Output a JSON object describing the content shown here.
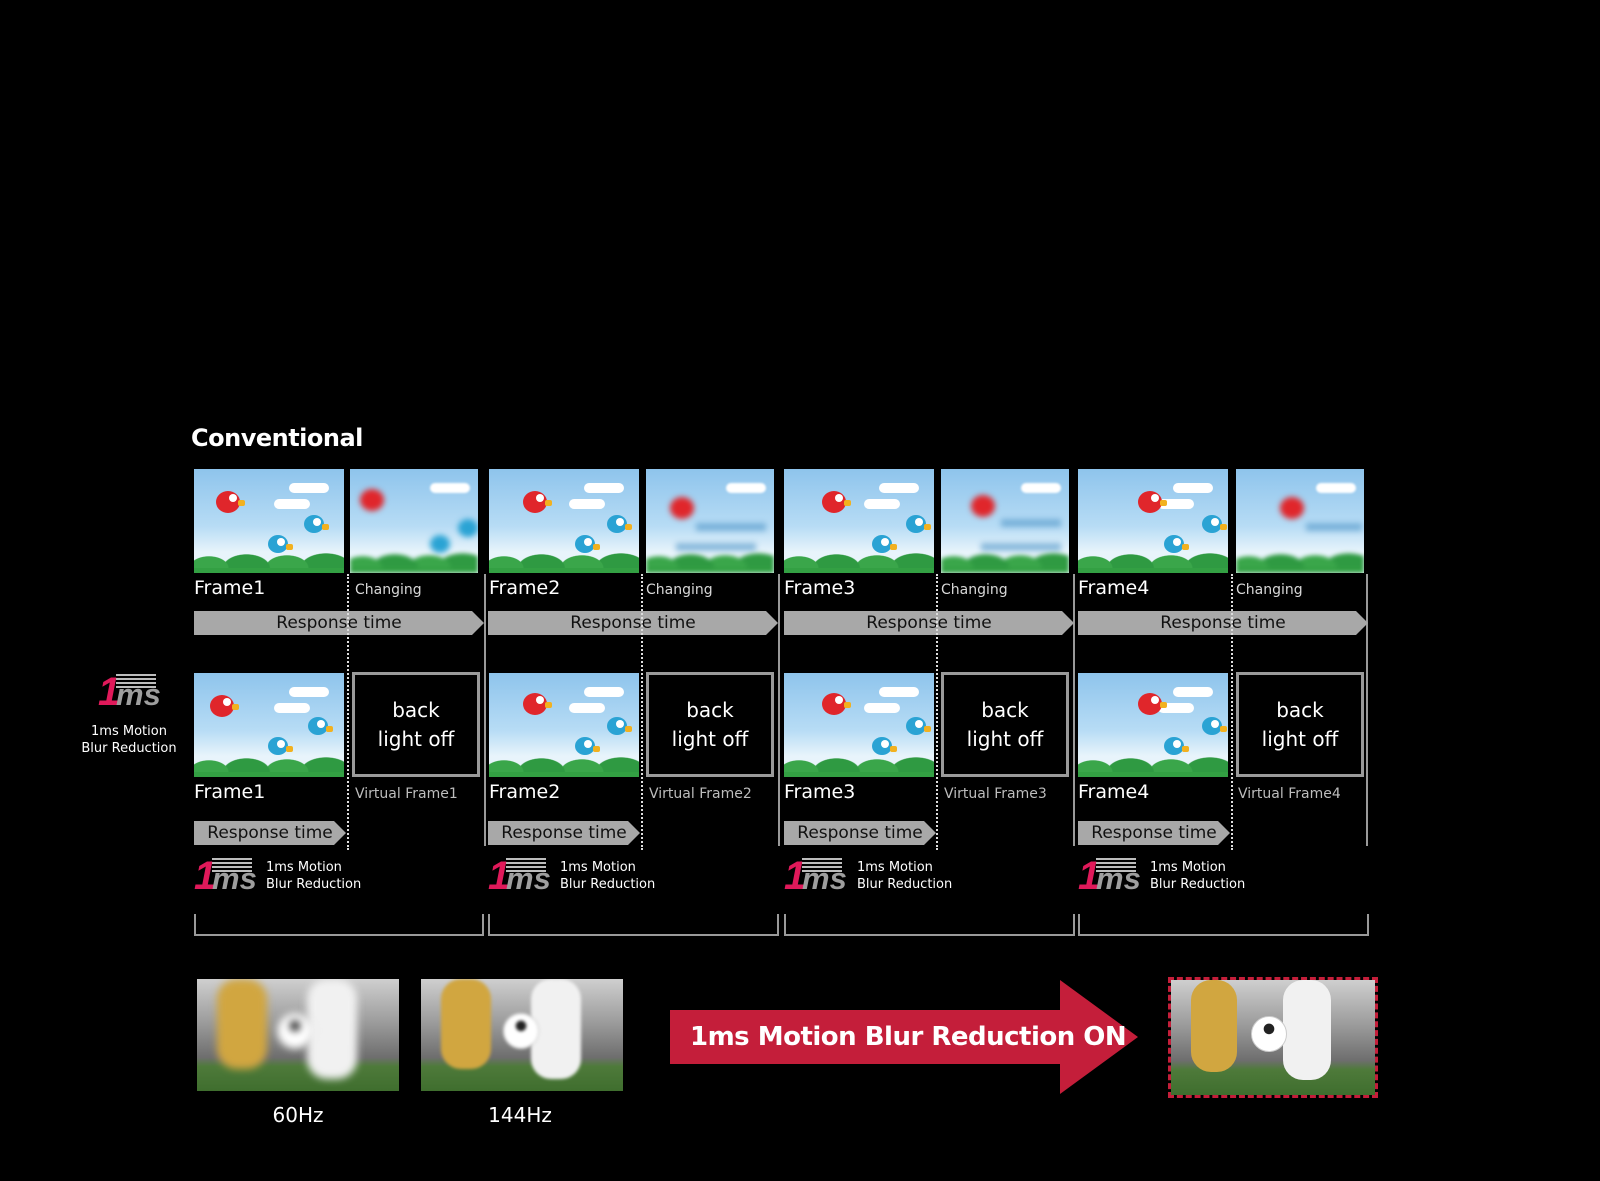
{
  "title": "Conventional",
  "side_logo": {
    "one": "1",
    "ms": "ms",
    "label_line1": "1ms Motion",
    "label_line2": "Blur Reduction"
  },
  "colors": {
    "accent_red": "#c41e3a",
    "logo_pink": "#e0195a",
    "arrow_gray": "#a8a8a8",
    "border_gray": "#9a9a9a",
    "background": "#000000"
  },
  "conventional_row": [
    {
      "frame_label": "Frame1",
      "changing_label": "Changing",
      "response_label": "Response time"
    },
    {
      "frame_label": "Frame2",
      "changing_label": "Changing",
      "response_label": "Response time"
    },
    {
      "frame_label": "Frame3",
      "changing_label": "Changing",
      "response_label": "Response time"
    },
    {
      "frame_label": "Frame4",
      "changing_label": "Changing",
      "response_label": "Response time"
    }
  ],
  "mbr_row": [
    {
      "frame_label": "Frame1",
      "backlight_line1": "back",
      "backlight_line2": "light off",
      "virtual_label": "Virtual Frame1",
      "response_label": "Response time",
      "logo_line1": "1ms Motion",
      "logo_line2": "Blur Reduction"
    },
    {
      "frame_label": "Frame2",
      "backlight_line1": "back",
      "backlight_line2": "light off",
      "virtual_label": "Virtual Frame2",
      "response_label": "Response time",
      "logo_line1": "1ms Motion",
      "logo_line2": "Blur Reduction"
    },
    {
      "frame_label": "Frame3",
      "backlight_line1": "back",
      "backlight_line2": "light off",
      "virtual_label": "Virtual Frame3",
      "response_label": "Response time",
      "logo_line1": "1ms Motion",
      "logo_line2": "Blur Reduction"
    },
    {
      "frame_label": "Frame4",
      "backlight_line1": "back",
      "backlight_line2": "light off",
      "virtual_label": "Virtual Frame4",
      "response_label": "Response time",
      "logo_line1": "1ms Motion",
      "logo_line2": "Blur Reduction"
    }
  ],
  "comparison": {
    "images": [
      {
        "label": "60Hz",
        "caption": "soccer-blurred"
      },
      {
        "label": "144Hz",
        "caption": "soccer-less-blurred"
      }
    ],
    "arrow_label": "1ms Motion Blur Reduction ON",
    "result_image": "soccer-sharp"
  }
}
